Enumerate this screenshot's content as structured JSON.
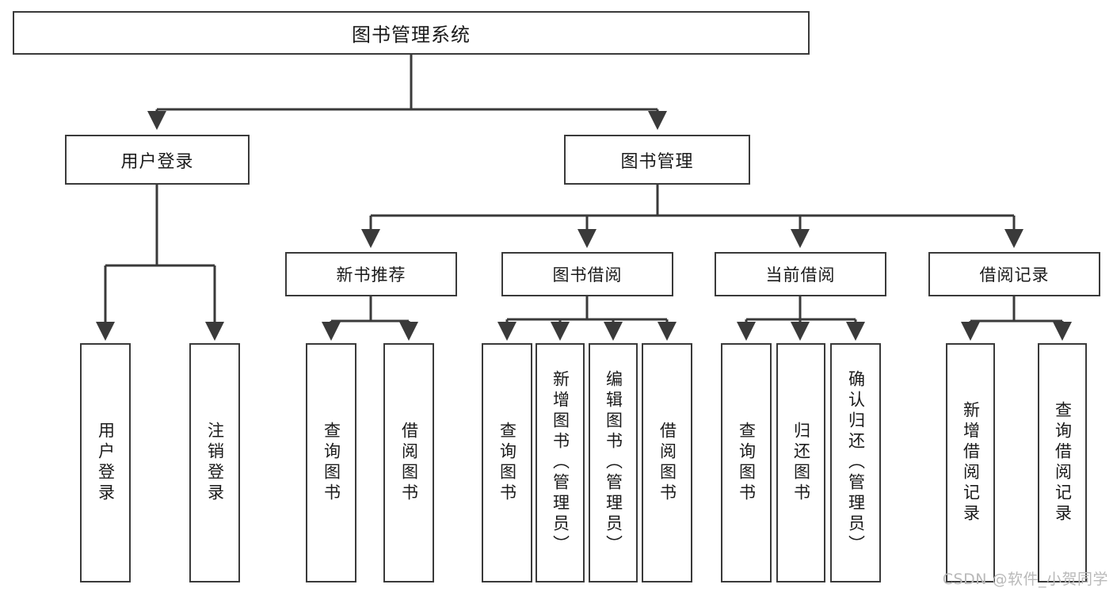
{
  "diagram": {
    "type": "tree-hierarchy",
    "title": "图书管理系统",
    "watermark": "CSDN @软件_小贺同学",
    "colors": {
      "stroke": "#3a3a3a",
      "fill": "#ffffff",
      "text": "#1a1a1a",
      "watermark": "#b9b9b9"
    },
    "nodes": {
      "root": {
        "label": "图书管理系统"
      },
      "level2": [
        {
          "id": "user-login",
          "label": "用户登录"
        },
        {
          "id": "book-manage",
          "label": "图书管理"
        }
      ],
      "level3": [
        {
          "id": "new-book-recommend",
          "label": "新书推荐"
        },
        {
          "id": "book-borrow",
          "label": "图书借阅"
        },
        {
          "id": "current-borrow",
          "label": "当前借阅"
        },
        {
          "id": "borrow-record",
          "label": "借阅记录"
        }
      ],
      "leaves": {
        "user_login": [
          {
            "id": "leaf-user-login",
            "label": "用户登录"
          },
          {
            "id": "leaf-logout",
            "label": "注销登录"
          }
        ],
        "new_book_recommend": [
          {
            "id": "leaf-query-book-1",
            "label": "查询图书"
          },
          {
            "id": "leaf-borrow-book-1",
            "label": "借阅图书"
          }
        ],
        "book_borrow": [
          {
            "id": "leaf-query-book-2",
            "label": "查询图书"
          },
          {
            "id": "leaf-add-book",
            "label": "新增图书（管理员）"
          },
          {
            "id": "leaf-edit-book",
            "label": "编辑图书（管理员）"
          },
          {
            "id": "leaf-borrow-book-2",
            "label": "借阅图书"
          }
        ],
        "current_borrow": [
          {
            "id": "leaf-query-book-3",
            "label": "查询图书"
          },
          {
            "id": "leaf-return-book",
            "label": "归还图书"
          },
          {
            "id": "leaf-confirm-return",
            "label": "确认归还（管理员）"
          }
        ],
        "borrow_record": [
          {
            "id": "leaf-add-record",
            "label": "新增借阅记录"
          },
          {
            "id": "leaf-query-record",
            "label": "查询借阅记录"
          }
        ]
      }
    }
  }
}
